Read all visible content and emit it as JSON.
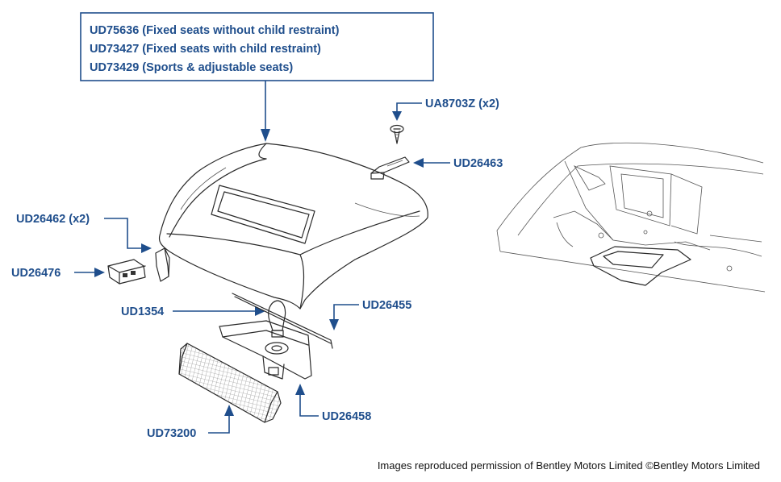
{
  "header_box": {
    "lines": [
      "UD75636 (Fixed seats without child restraint)",
      "UD73427 (Fixed seats with child restraint)",
      "UD73429 (Sports & adjustable seats)"
    ],
    "border_color": "#1f4e8c"
  },
  "callouts": {
    "ua8703z": "UA8703Z (x2)",
    "ud26463": "UD26463",
    "ud26462": "UD26462 (x2)",
    "ud26476": "UD26476",
    "ud1354": "UD1354",
    "ud26455": "UD26455",
    "ud26458": "UD26458",
    "ud73200": "UD73200"
  },
  "footer": {
    "copyright": "Images reproduced permission of Bentley Motors Limited ©Bentley Motors Limited"
  },
  "colors": {
    "accent": "#1f4e8c",
    "line_art": "#2a2a2a"
  }
}
